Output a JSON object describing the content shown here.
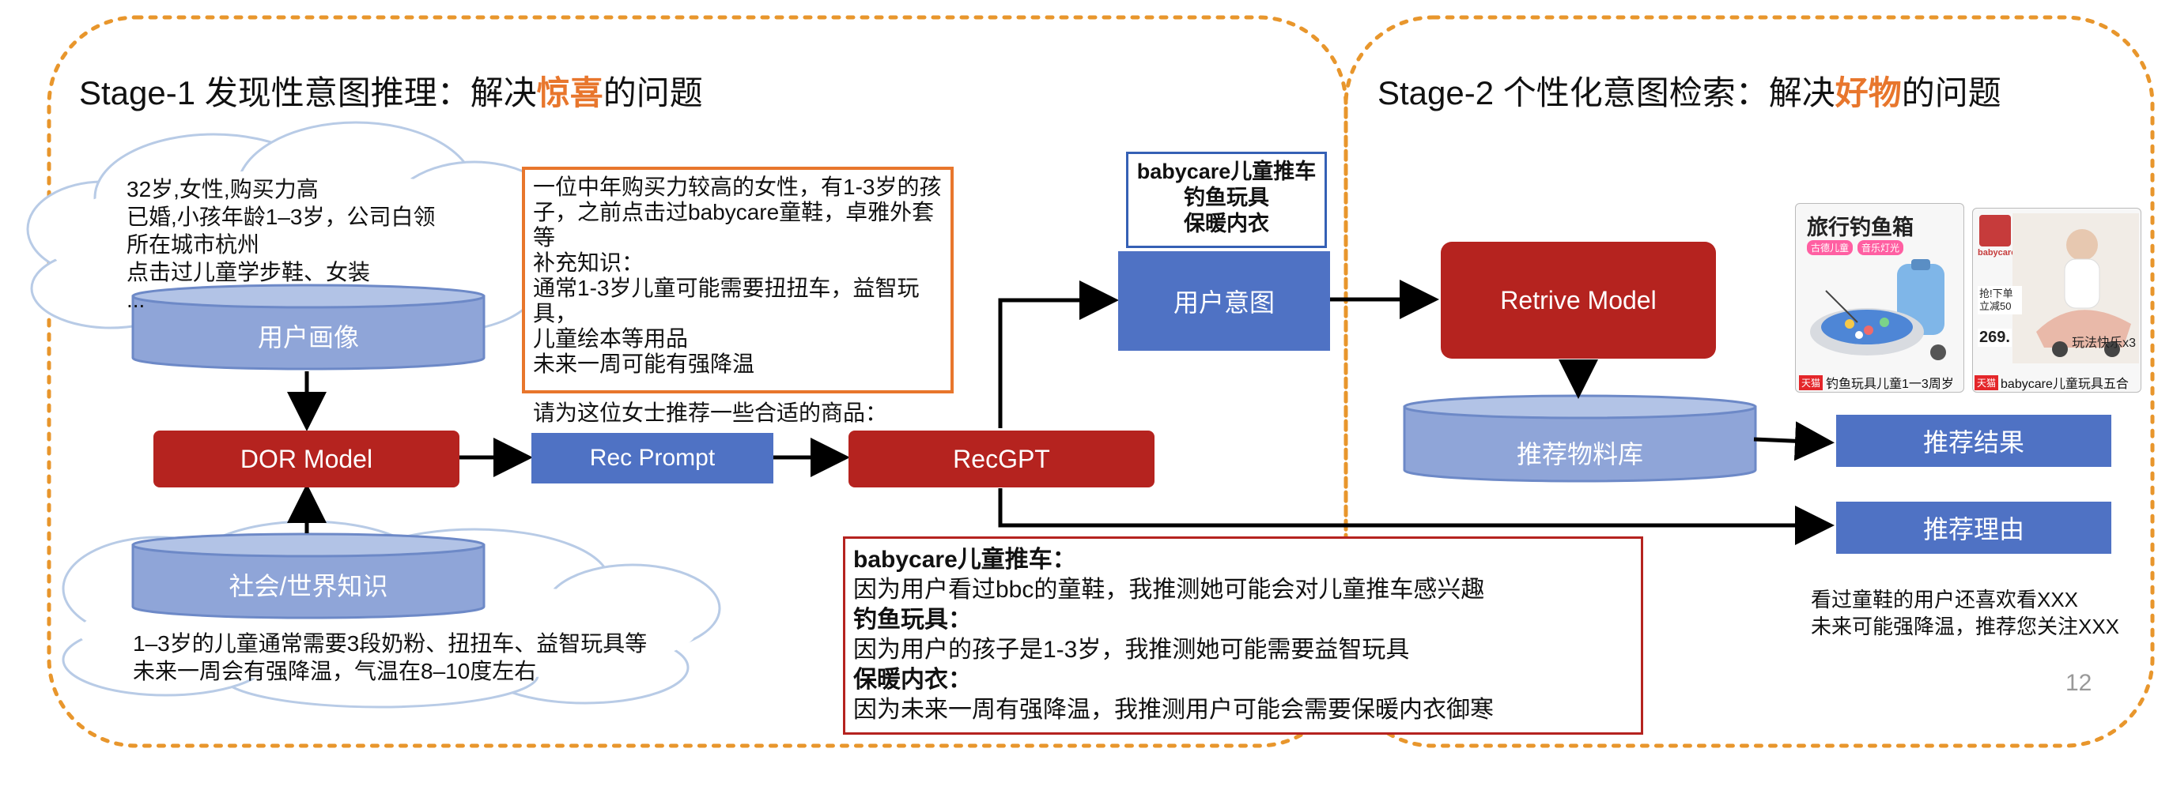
{
  "stage1": {
    "prefix": "Stage-1 发现性意图推理：解决",
    "highlight": "惊喜",
    "suffix": "的问题"
  },
  "stage2": {
    "prefix": "Stage-2 个性化意图检索：解决",
    "highlight": "好物",
    "suffix": "的问题"
  },
  "user_profile": {
    "lines": [
      "32岁,女性,购买力高",
      "已婚,小孩年龄1–3岁，公司白领",
      "所在城市杭州",
      "点击过儿童学步鞋、女装",
      "..."
    ],
    "cylinder_label": "用户画像"
  },
  "world_knowledge": {
    "cylinder_label": "社会/世界知识",
    "lines": [
      "1–3岁的儿童通常需要3段奶粉、扭扭车、益智玩具等",
      "未来一周会有强降温，气温在8–10度左右"
    ]
  },
  "dor_model": "DOR Model",
  "rec_prompt": "Rec Prompt",
  "recgpt": "RecGPT",
  "prompt_text": {
    "lines": [
      "一位中年购买力较高的女性，有1-3岁的孩",
      "子，之前点击过babycare童鞋，卓雅外套等",
      "补充知识：",
      "通常1-3岁儿童可能需要扭扭车，益智玩具，",
      "儿童绘本等用品",
      "未来一周可能有强降温",
      "",
      "请为这位女士推荐一些合适的商品："
    ]
  },
  "intent_items": [
    "babycare儿童推车",
    "钓鱼玩具",
    "保暖内衣"
  ],
  "user_intent": "用户意图",
  "retrive_model": "Retrive Model",
  "material_pool": "推荐物料库",
  "rec_result": "推荐结果",
  "rec_reason": "推荐理由",
  "reasons": [
    {
      "title": "babycare儿童推车：",
      "text": "因为用户看过bbc的童鞋，我推测她可能会对儿童推车感兴趣"
    },
    {
      "title": "钓鱼玩具：",
      "text": "因为用户的孩子是1-3岁，我推测她可能需要益智玩具"
    },
    {
      "title": "保暖内衣：",
      "text": "因为未来一周有强降温，我推测用户可能会需要保暖内衣御寒"
    }
  ],
  "reason_examples": [
    "看过童鞋的用户还喜欢看XXX",
    "未来可能强降温，推荐您关注XXX"
  ],
  "products": [
    {
      "banner": "旅行钓鱼箱",
      "tags": [
        "古德儿童",
        "音乐灯光"
      ],
      "badge": "天猫",
      "caption": "钓鱼玩具儿童1一3周岁"
    },
    {
      "brand": "babycare",
      "promo": "抢!下单立减50",
      "price": "269.",
      "slogan": "玩法快乐x3",
      "badge": "天猫",
      "caption": "babycare儿童玩具五合"
    }
  ],
  "page_number": "12",
  "colors": {
    "accent": "#e8762c",
    "red": "#b5231f",
    "blue": "#4f72c4",
    "cylinder": "#8fa5d8"
  }
}
